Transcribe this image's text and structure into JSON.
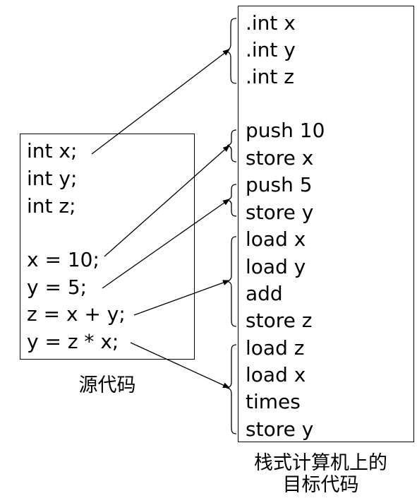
{
  "source_lines": [
    "int x;",
    "int y;",
    "int z;",
    "",
    "x = 10;",
    "y = 5;",
    "z = x + y;",
    "y = z * x;"
  ],
  "source_caption": "源代码",
  "target_lines": [
    ".int x",
    ".int y",
    ".int z",
    "",
    "push 10",
    "store x",
    "push 5",
    "store y",
    "load x",
    "load y",
    "add",
    "store z",
    "load z",
    "load x",
    "times",
    "store y"
  ],
  "target_caption_line1": "栈式计算机上的",
  "target_caption_line2": "目标代码"
}
